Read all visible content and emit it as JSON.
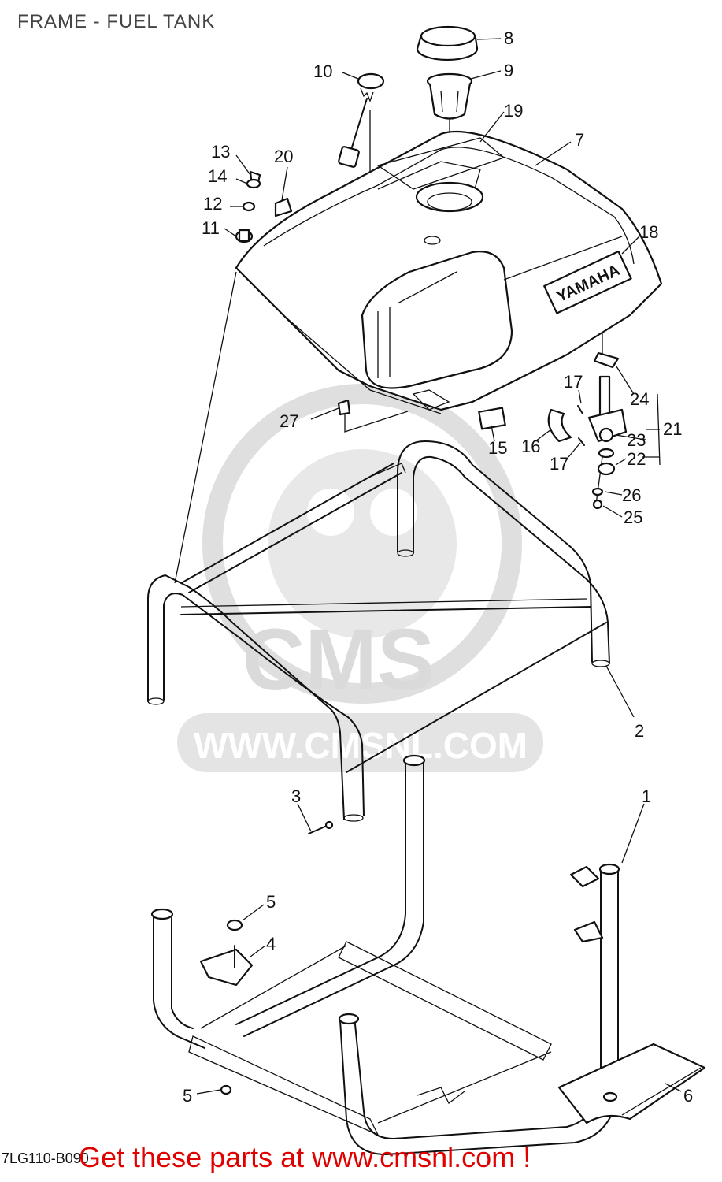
{
  "page": {
    "title": "FRAME - FUEL TANK",
    "drawing_code": "7LG110-B090",
    "promo": "Get these parts at www.cmsnl.com !"
  },
  "watermark": {
    "brand": "CMS",
    "url": "WWW.CMSNL.COM"
  },
  "tank_badge": {
    "brand": "YAMAHA"
  },
  "colors": {
    "line": "#111111",
    "promo_red": "#e00000",
    "watermark_gray": "#d6d6d6"
  },
  "callouts": [
    {
      "id": "8",
      "label": "8"
    },
    {
      "id": "9",
      "label": "9"
    },
    {
      "id": "10",
      "label": "10"
    },
    {
      "id": "19",
      "label": "19"
    },
    {
      "id": "7",
      "label": "7"
    },
    {
      "id": "13",
      "label": "13"
    },
    {
      "id": "14",
      "label": "14"
    },
    {
      "id": "20",
      "label": "20"
    },
    {
      "id": "12",
      "label": "12"
    },
    {
      "id": "11",
      "label": "11"
    },
    {
      "id": "18",
      "label": "18"
    },
    {
      "id": "17a",
      "label": "17"
    },
    {
      "id": "24",
      "label": "24"
    },
    {
      "id": "21",
      "label": "21"
    },
    {
      "id": "27",
      "label": "27"
    },
    {
      "id": "15",
      "label": "15"
    },
    {
      "id": "16",
      "label": "16"
    },
    {
      "id": "23",
      "label": "23"
    },
    {
      "id": "17b",
      "label": "17"
    },
    {
      "id": "22",
      "label": "22"
    },
    {
      "id": "26",
      "label": "26"
    },
    {
      "id": "25",
      "label": "25"
    },
    {
      "id": "2",
      "label": "2"
    },
    {
      "id": "3",
      "label": "3"
    },
    {
      "id": "1",
      "label": "1"
    },
    {
      "id": "5a",
      "label": "5"
    },
    {
      "id": "4",
      "label": "4"
    },
    {
      "id": "5b",
      "label": "5"
    },
    {
      "id": "6",
      "label": "6"
    }
  ]
}
